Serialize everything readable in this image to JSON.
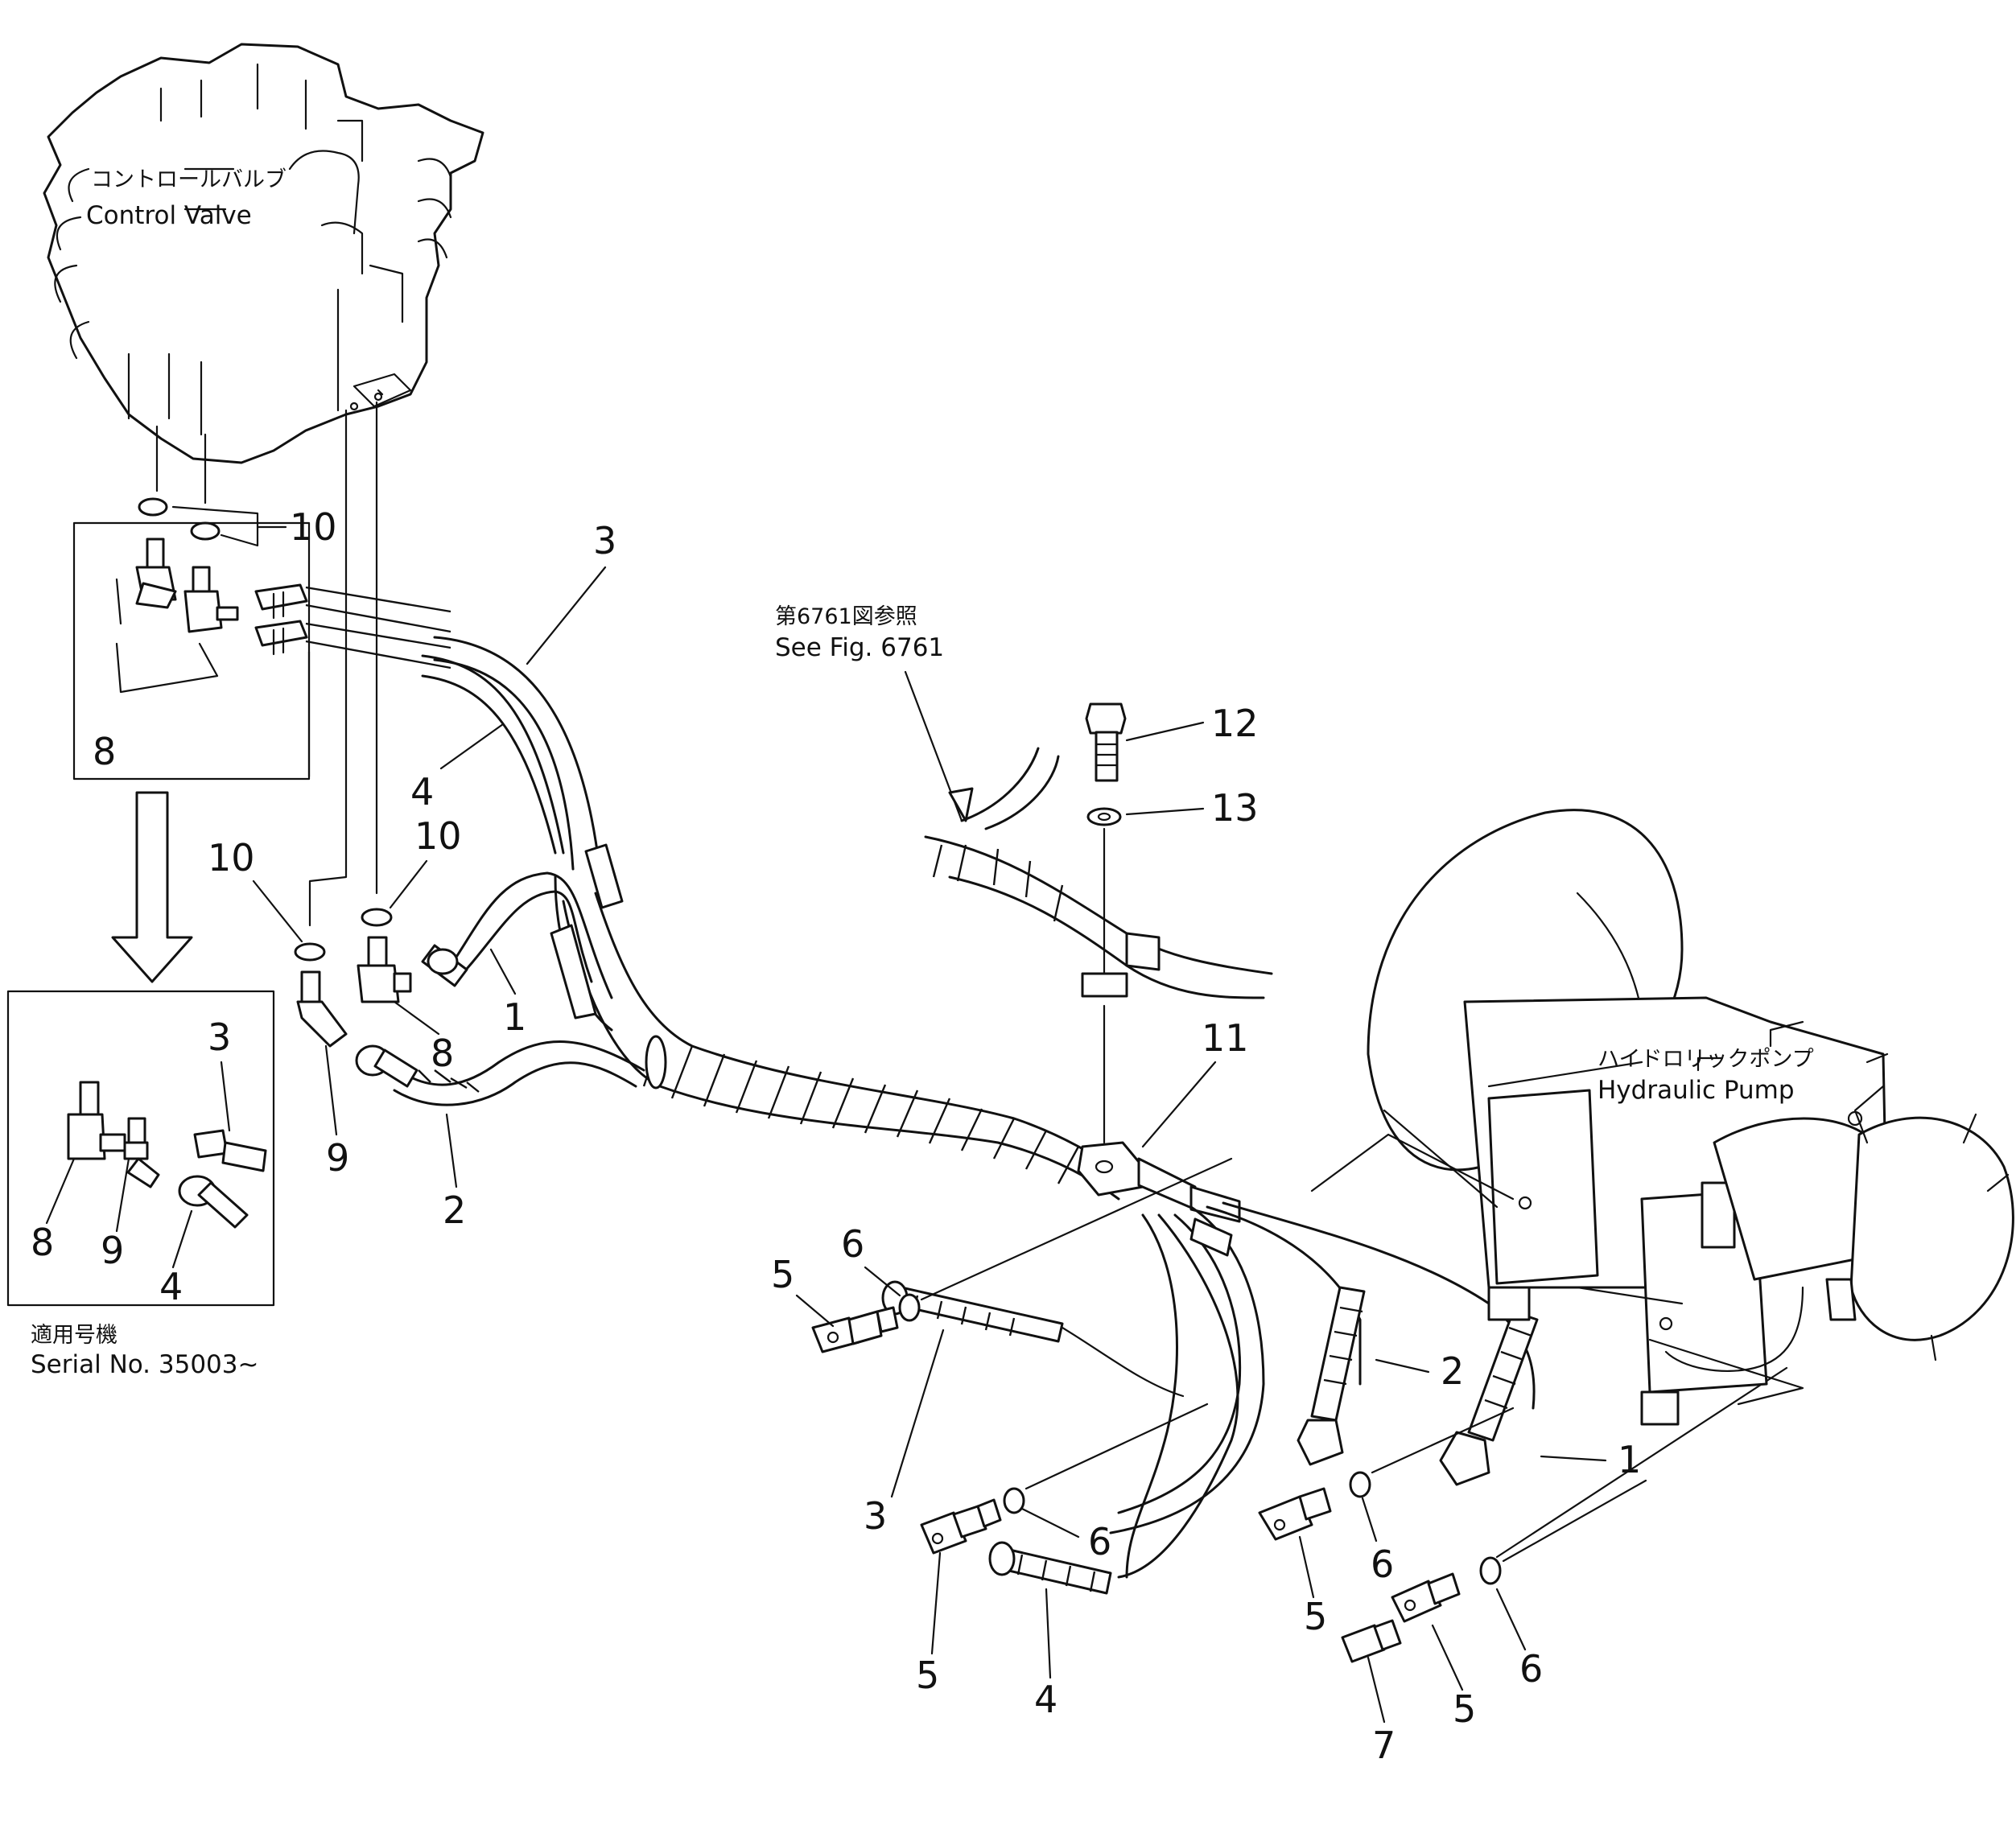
{
  "labels": {
    "control_valve_jp": "コントロールバルブ",
    "control_valve_en": "Control  Valve",
    "see_fig_jp": "第6761図参照",
    "see_fig_en": "See  Fig.  6761",
    "hydraulic_pump_jp": "ハイドロリックポンプ",
    "hydraulic_pump_en": "Hydraulic  Pump",
    "serial_jp": "適用号機",
    "serial_en": "Serial  No.  35003~"
  },
  "callouts": {
    "c10_top": "10",
    "c3_top": "3",
    "c8_inset": "8",
    "c4_mid": "4",
    "c10_left": "10",
    "c10_mid": "10",
    "c1_mid": "1",
    "c8_mid": "8",
    "c9_mid": "9",
    "c2_mid": "2",
    "c3_inset2": "3",
    "c8_inset2": "8",
    "c9_inset2": "9",
    "c4_inset2": "4",
    "c12": "12",
    "c13": "13",
    "c11": "11",
    "c6_a": "6",
    "c5_a": "5",
    "c3_low": "3",
    "c6_b": "6",
    "c5_b": "5",
    "c4_low": "4",
    "c2_right": "2",
    "c6_c": "6",
    "c5_c": "5",
    "c1_right": "1",
    "c6_d": "6",
    "c5_d": "5",
    "c7": "7"
  }
}
